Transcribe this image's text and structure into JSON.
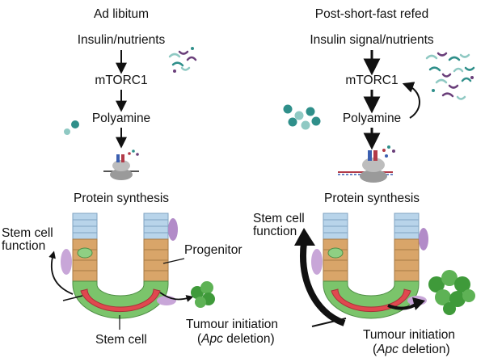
{
  "left": {
    "title": "Ad libitum",
    "step1": "Insulin/nutrients",
    "step2": "mTORC1",
    "step3": "Polyamine",
    "step4": "Protein synthesis",
    "stem_function_line1": "Stem cell",
    "stem_function_line2": "function",
    "progenitor": "Progenitor",
    "stem_cell": "Stem cell",
    "tumour_line1": "Tumour initiation",
    "tumour_gene": "Apc",
    "tumour_rest": " deletion)"
  },
  "right": {
    "title": "Post-short-fast refed",
    "step1": "Insulin signal/nutrients",
    "step2": "mTORC1",
    "step3": "Polyamine",
    "step4": "Protein synthesis",
    "stem_function_line1": "Stem cell",
    "stem_function_line2": "function",
    "tumour_line1": "Tumour initiation",
    "tumour_gene": "Apc",
    "tumour_rest": " deletion)"
  },
  "colors": {
    "stem_cell": "#e0484f",
    "progenitor": "#d9a569",
    "transit": "#7bc46b",
    "villus": "#b8d4ea",
    "niche": "#b28bc8",
    "tumour": "#3f9a3a",
    "nutrient_teal": "#2f8f8a"
  }
}
